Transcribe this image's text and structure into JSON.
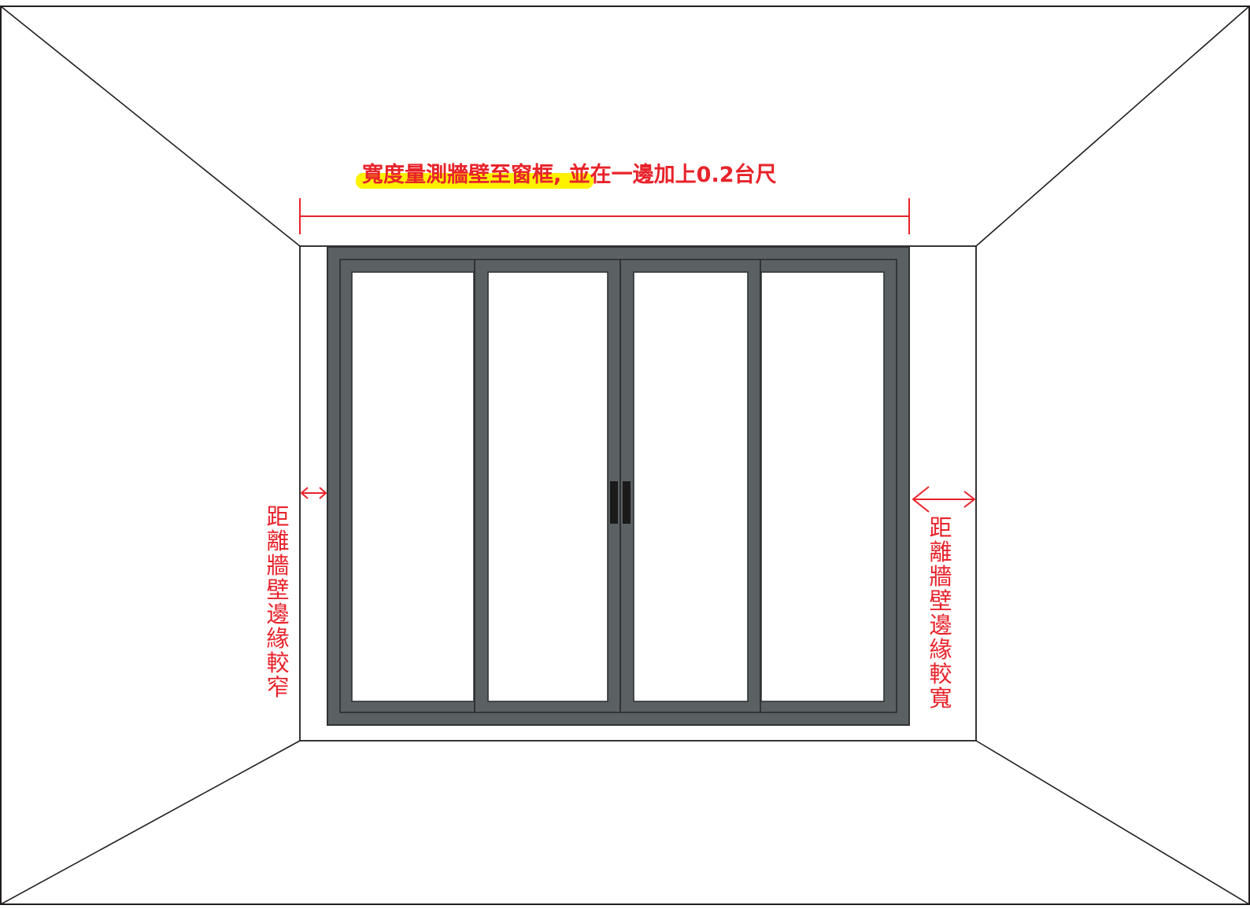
{
  "title": {
    "highlighted": "寬度量測牆壁至窗框,",
    "rest": " 並在一邊加上0.2台尺",
    "highlight_color": "#fff200"
  },
  "left_note": "距離牆壁邊緣較窄",
  "right_note": "距離牆壁邊緣較寬",
  "colors": {
    "annotation_red": "#e8232b",
    "frame_gray": "#5b6063",
    "handle_black": "#1a1a1a",
    "outline": "#231f20"
  },
  "window": {
    "panel_count": 4,
    "handle_count": 2
  }
}
